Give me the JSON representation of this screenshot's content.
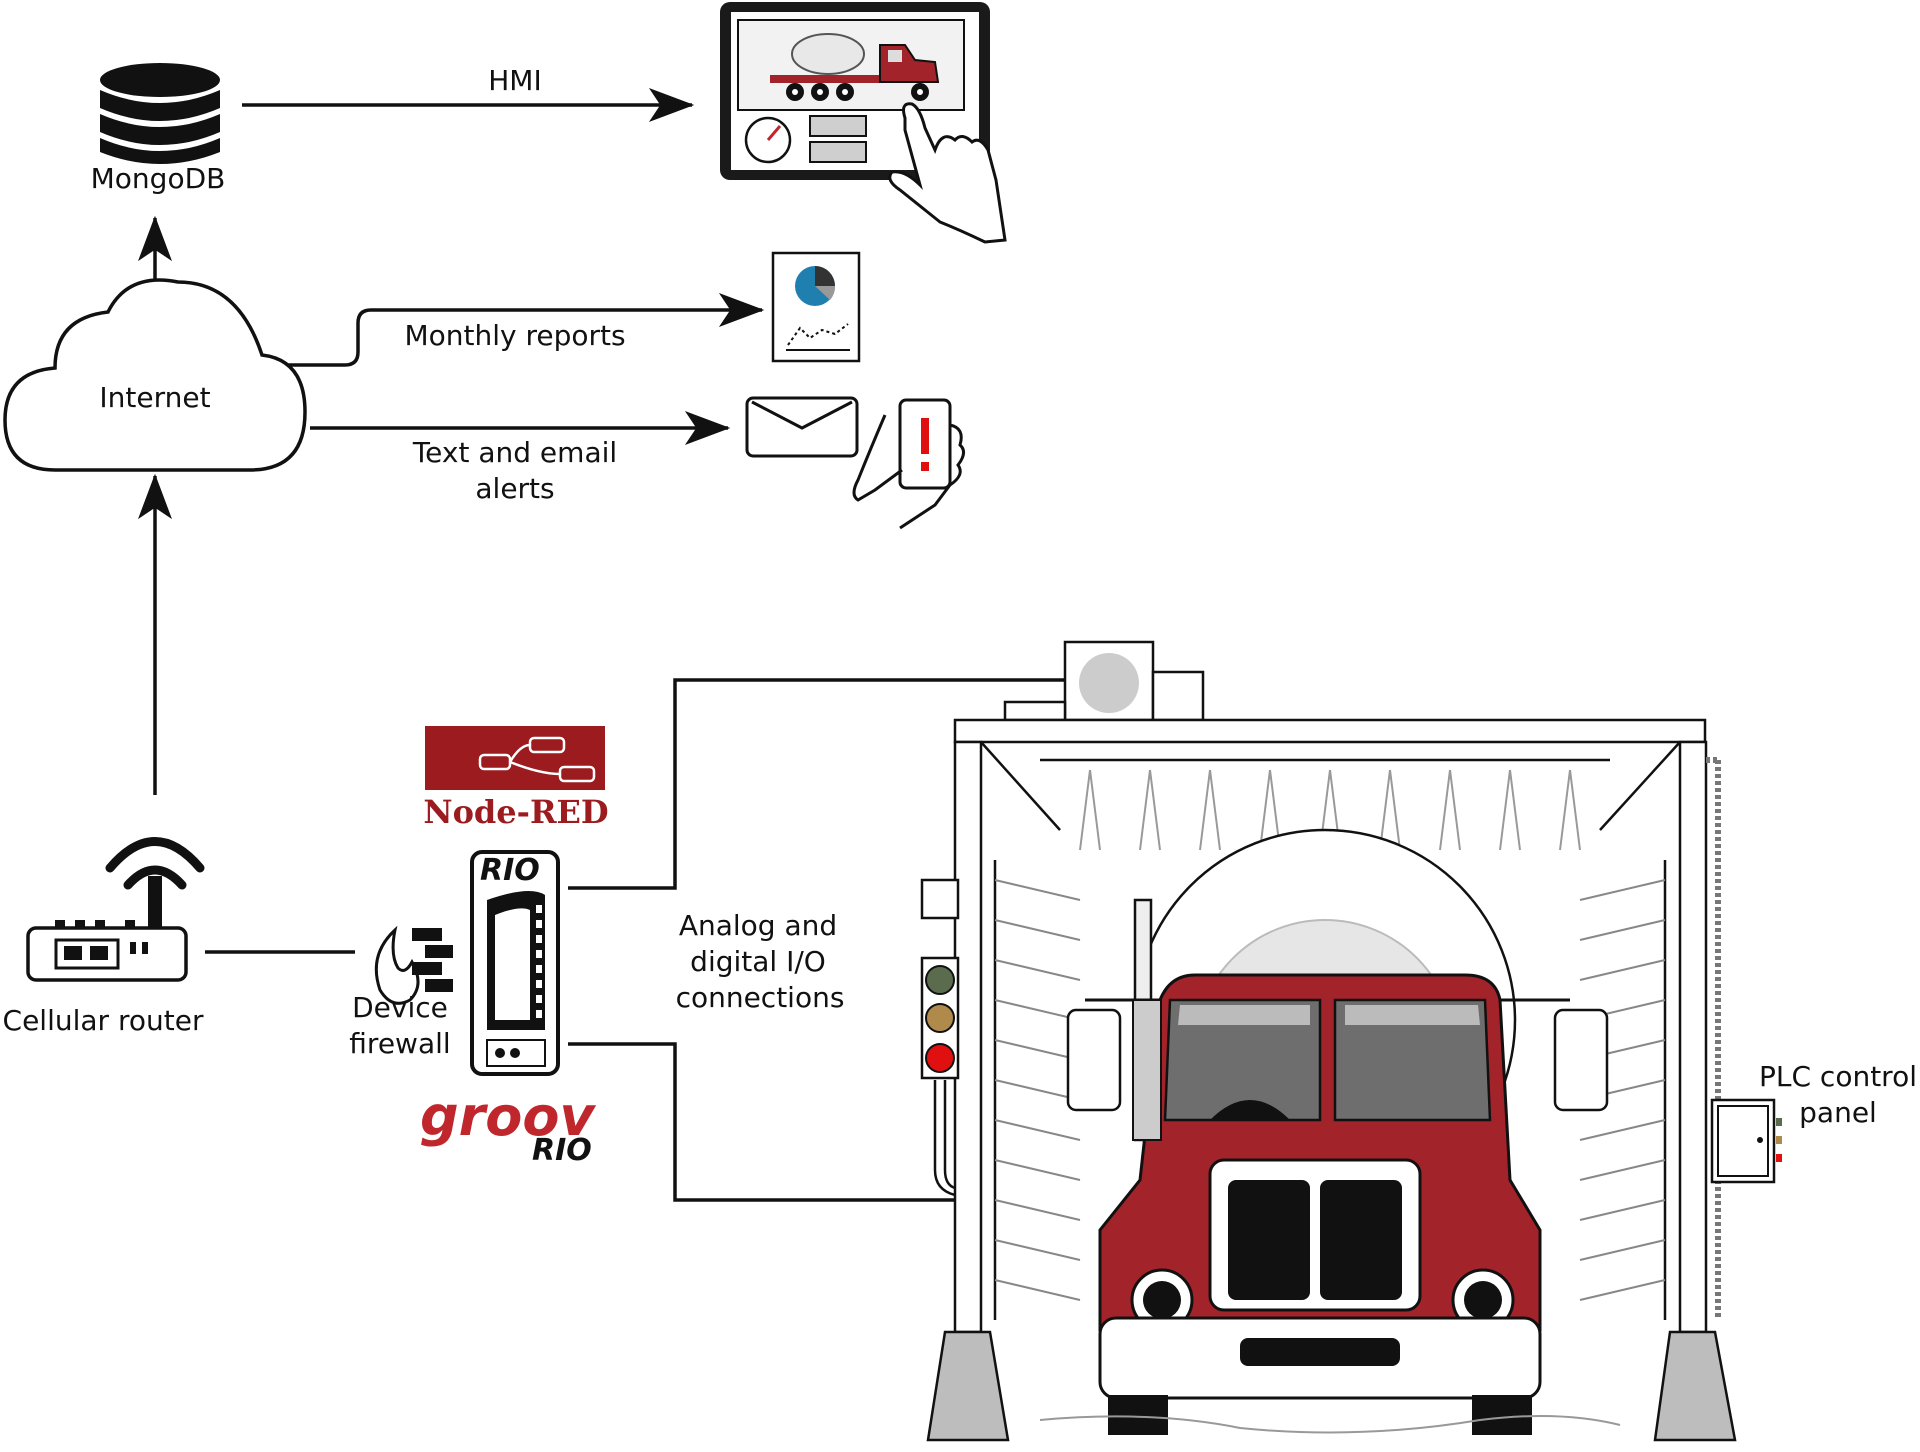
{
  "labels": {
    "mongodb": "MongoDB",
    "hmi": "HMI",
    "internet": "Internet",
    "monthly_reports": "Monthly reports",
    "alerts_line1": "Text and  email",
    "alerts_line2": "alerts",
    "cellular_router": "Cellular router",
    "firewall_line1": "Device",
    "firewall_line2": "firewall",
    "io_line1": "Analog and",
    "io_line2": "digital I/O",
    "io_line3": "connections",
    "plc_line1": "PLC control",
    "plc_line2": "panel"
  },
  "logos": {
    "node_red": "Node-RED",
    "groov": "groov",
    "rio": "RIO",
    "rio_badge": "RIO"
  },
  "colors": {
    "truck_red": "#a3232a",
    "node_red_bg": "#9b1b1f",
    "groov_red": "#c0272d",
    "pie_blue": "#1f7fae",
    "light_green": "#5a6b4e",
    "light_amber": "#b08a4a",
    "light_red": "#e01010",
    "alert_red": "#e01010"
  },
  "icons": [
    "database-icon",
    "tablet-hmi-icon",
    "cloud-icon",
    "report-icon",
    "envelope-icon",
    "phone-alert-icon",
    "router-icon",
    "firewall-icon",
    "groov-rio-device-icon",
    "truck-wash-icon",
    "traffic-light-icon",
    "plc-panel-icon"
  ]
}
